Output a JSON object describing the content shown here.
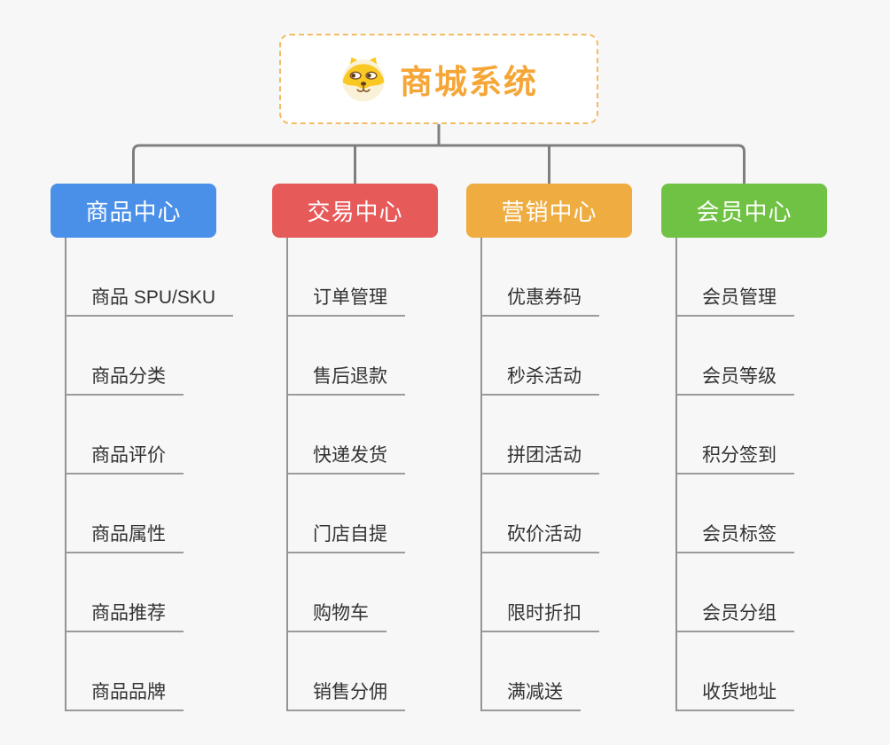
{
  "canvas": {
    "background": "#f7f7f7"
  },
  "connector_color": "#7f7f7f",
  "root": {
    "title": "商城系统",
    "icon": "shiba-dog-icon",
    "text_color": "#f5a637",
    "border_color": "#f3bb63"
  },
  "branches": [
    {
      "label": "商品中心",
      "color": "#4a90e8",
      "items": [
        "商品 SPU/SKU",
        "商品分类",
        "商品评价",
        "商品属性",
        "商品推荐",
        "商品品牌"
      ]
    },
    {
      "label": "交易中心",
      "color": "#e75a5a",
      "items": [
        "订单管理",
        "售后退款",
        "快递发货",
        "门店自提",
        "购物车",
        "销售分佣"
      ]
    },
    {
      "label": "营销中心",
      "color": "#efac40",
      "items": [
        "优惠券码",
        "秒杀活动",
        "拼团活动",
        "砍价活动",
        "限时折扣",
        "满减送"
      ]
    },
    {
      "label": "会员中心",
      "color": "#70c244",
      "items": [
        "会员管理",
        "会员等级",
        "积分签到",
        "会员标签",
        "会员分组",
        "收货地址"
      ]
    }
  ]
}
